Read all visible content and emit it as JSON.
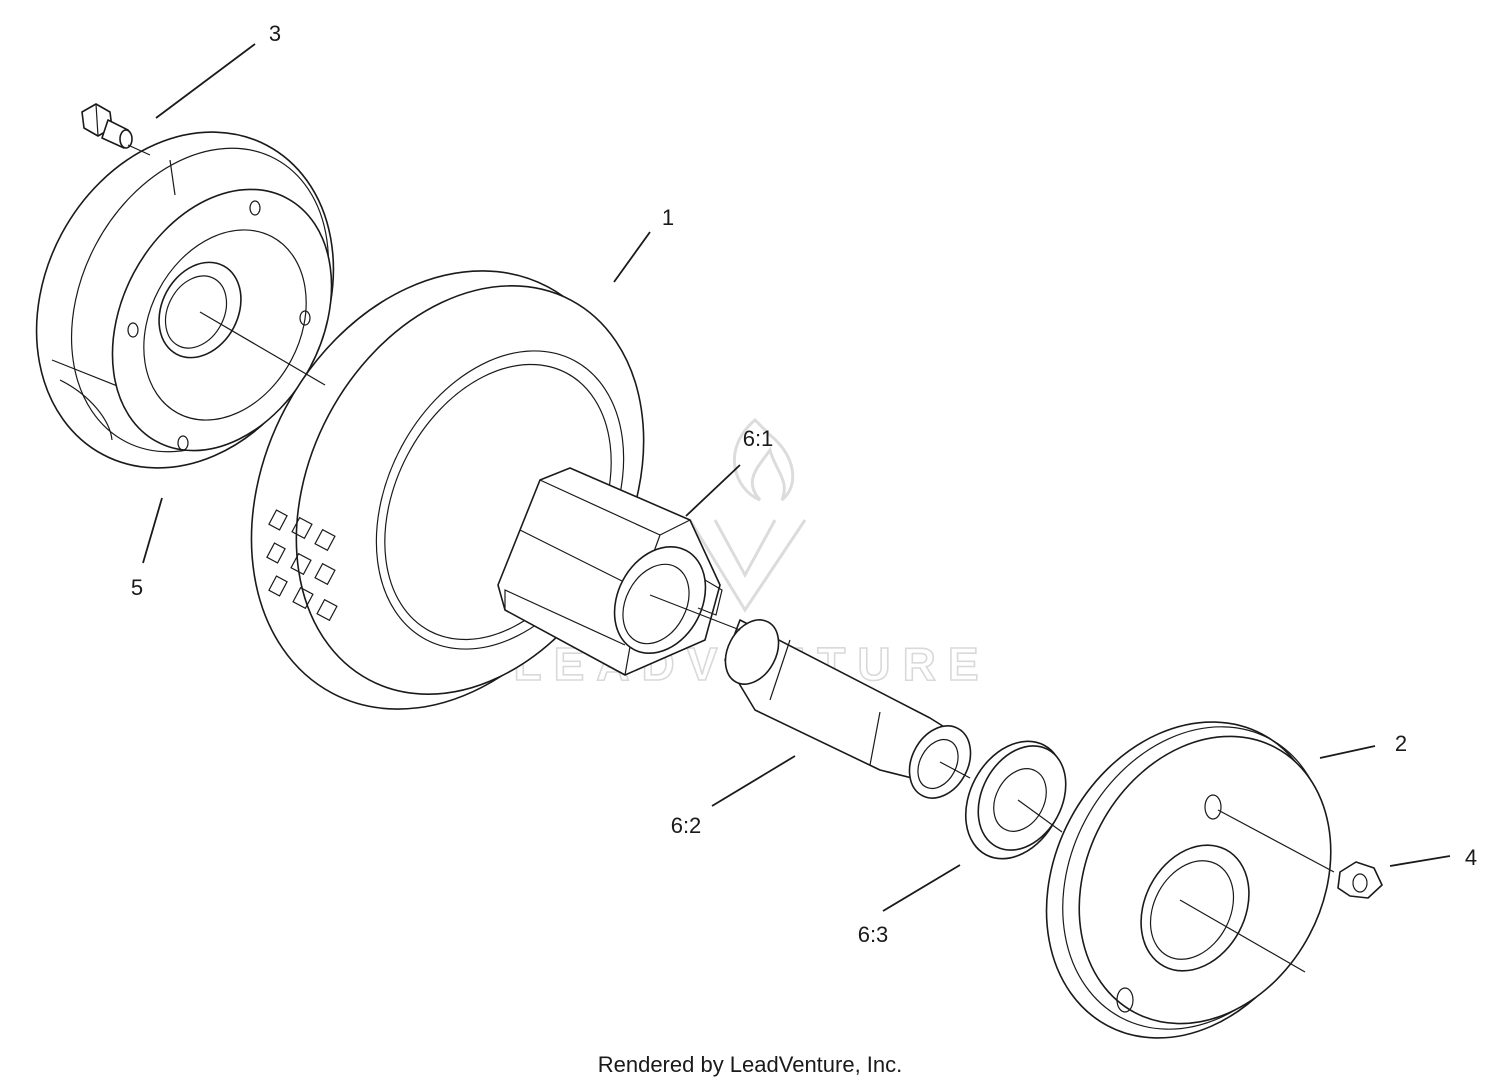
{
  "callouts": {
    "c1": "1",
    "c2": "2",
    "c3": "3",
    "c4": "4",
    "c5": "5",
    "c61": "6:1",
    "c62": "6:2",
    "c63": "6:3"
  },
  "watermark": {
    "text": "LEADVENTURE"
  },
  "footer": {
    "text": "Rendered by LeadVenture, Inc."
  },
  "colors": {
    "line": "#1a1a1a",
    "watermark": "#d9d9d9",
    "background": "#ffffff"
  }
}
